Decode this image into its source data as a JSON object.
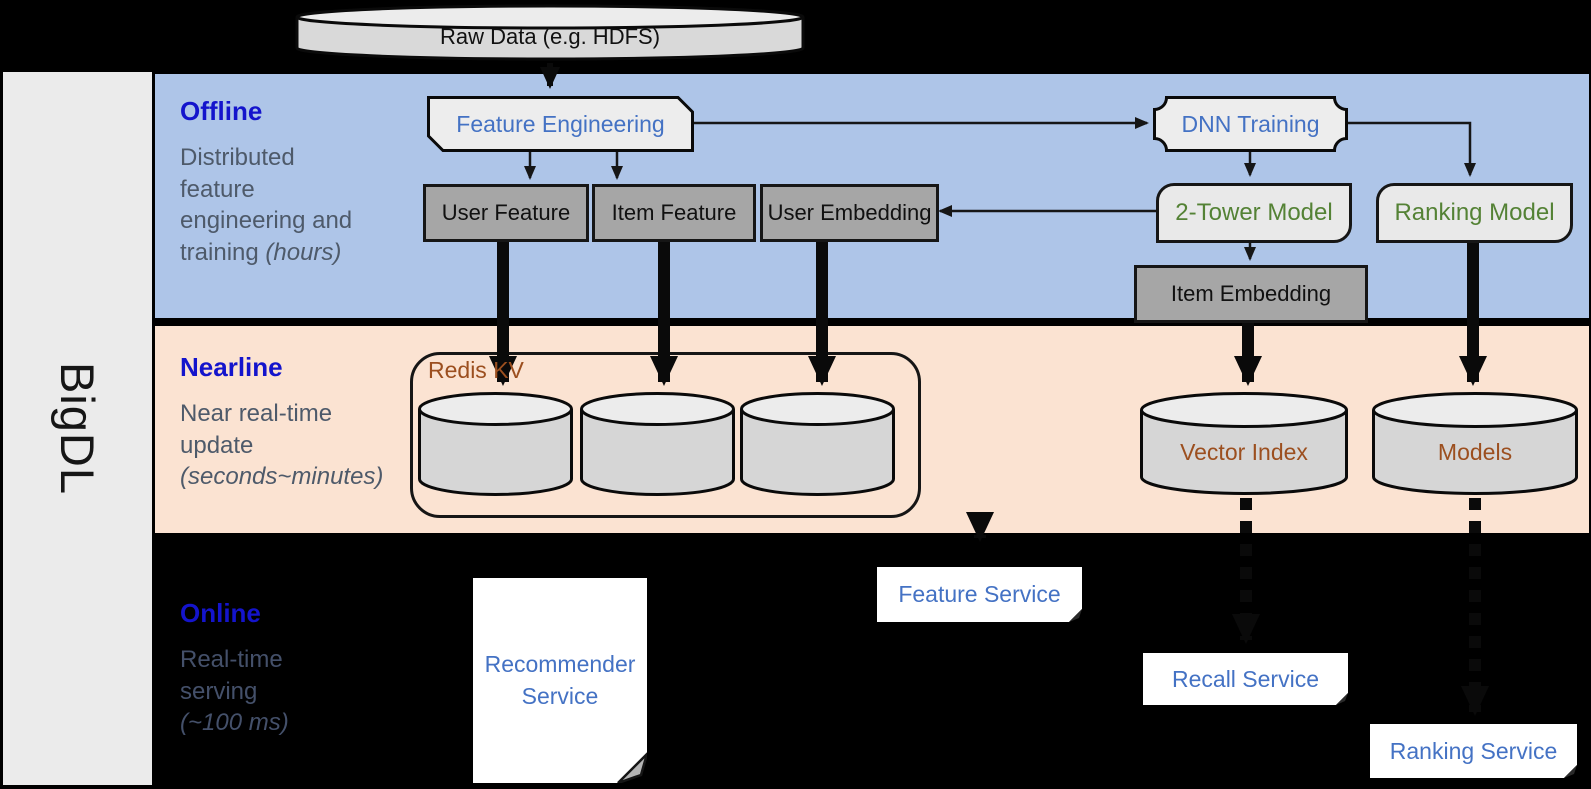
{
  "brand": {
    "label": "BigDL"
  },
  "raw_data": {
    "label": "Raw Data (e.g. HDFS)"
  },
  "bands": {
    "offline": {
      "title": "Offline",
      "desc_lines": [
        "Distributed",
        "feature",
        "engineering and",
        "training "
      ],
      "desc_italic": "(hours)"
    },
    "nearline": {
      "title": "Nearline",
      "desc_lines": [
        "Near real-time",
        "update",
        ""
      ],
      "desc_italic": "(seconds~minutes)"
    },
    "online": {
      "title": "Online",
      "desc_lines": [
        "Real-time",
        "serving",
        ""
      ],
      "desc_italic": "(~100 ms)"
    }
  },
  "offline_nodes": {
    "feature_engineering": "Feature Engineering",
    "dnn_training": "DNN Training",
    "user_feature": "User Feature",
    "item_feature": "Item Feature",
    "user_embedding": "User Embedding",
    "two_tower_model": "2-Tower Model",
    "ranking_model": "Ranking Model",
    "item_embedding": "Item Embedding"
  },
  "nearline_nodes": {
    "redis_kv": "Redis KV",
    "vector_index": "Vector Index",
    "models": "Models"
  },
  "online_nodes": {
    "recommender_service": "Recommender Service",
    "feature_service": "Feature Service",
    "recall_service": "Recall Service",
    "ranking_service": "Ranking Service"
  },
  "colors": {
    "band_offline": "#aec5e8",
    "band_nearline": "#fbe3d2",
    "band_title_blue": "#1414cc",
    "node_blue": "#4472c4",
    "node_green": "#548235",
    "node_brown": "#9c4f1f",
    "gray_box": "#a6a6a6"
  }
}
